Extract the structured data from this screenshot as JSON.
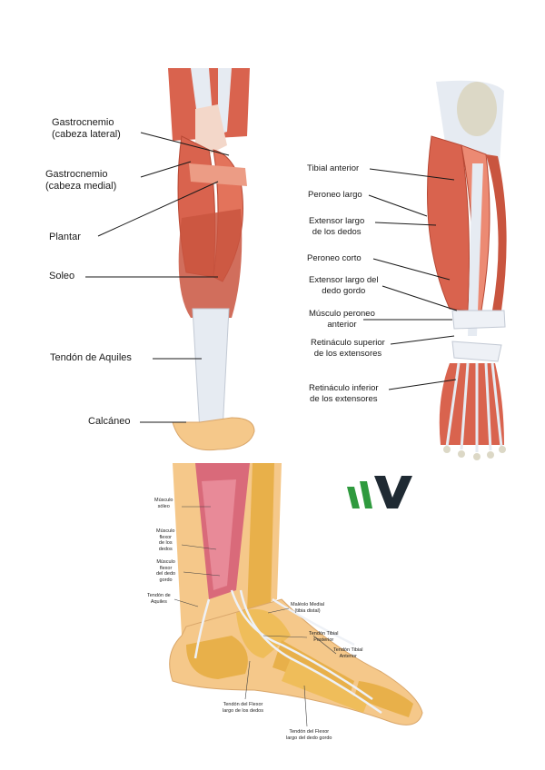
{
  "posterior": {
    "labels": [
      {
        "id": "gastro-lat",
        "text": "Gastrocnemio\n(cabeza lateral)"
      },
      {
        "id": "gastro-med",
        "text": "Gastrocnemio\n(cabeza medial)"
      },
      {
        "id": "plantar",
        "text": "Plantar"
      },
      {
        "id": "soleo",
        "text": "Soleo"
      },
      {
        "id": "aquiles",
        "text": "Tendón de Aquiles"
      },
      {
        "id": "calcaneo",
        "text": "Calcáneo"
      }
    ]
  },
  "anterior": {
    "labels": [
      {
        "id": "tibial",
        "text": "Tibial anterior"
      },
      {
        "id": "peroneo-largo",
        "text": "Peroneo largo"
      },
      {
        "id": "ext-largo-dedos",
        "text": "Extensor largo\nde los dedos"
      },
      {
        "id": "peroneo-corto",
        "text": "Peroneo corto"
      },
      {
        "id": "ext-largo-gordo",
        "text": "Extensor largo del\ndedo gordo"
      },
      {
        "id": "peroneo-ant",
        "text": "Músculo peroneo\nanterior"
      },
      {
        "id": "ret-sup",
        "text": "Retináculo superior\nde los extensores"
      },
      {
        "id": "ret-inf",
        "text": "Retináculo inferior\nde los extensores"
      }
    ]
  },
  "foot": {
    "labels": [
      {
        "id": "musculo-soleo",
        "text": "Músculo\nsóleo"
      },
      {
        "id": "flexor-dedos",
        "text": "Músculo\nflexor\nde los\ndedos"
      },
      {
        "id": "flexor-gordo",
        "text": "Músculo\nflexor\ndel dedo\ngordo"
      },
      {
        "id": "tendon-aquiles",
        "text": "Tendón de\nAquiles"
      },
      {
        "id": "maleolo",
        "text": "Maléolo Medial\n(tibia distal)"
      },
      {
        "id": "tibial-post",
        "text": "Tendón Tibial\nPosterior"
      },
      {
        "id": "tibial-ant",
        "text": "Tendón Tibial\nAnterior"
      },
      {
        "id": "flexor-largo-dedos",
        "text": "Tendón del Flexor\nlargo de los dedos"
      },
      {
        "id": "flexor-largo-gordo",
        "text": "Tendón del Flexor\nlargo del dedo gordo"
      }
    ]
  },
  "colors": {
    "muscle": "#d9634e",
    "muscle_light": "#ec8a73",
    "tendon": "#e6ebf2",
    "bone": "#e8b04a",
    "skin": "#f5c88a",
    "logo_green": "#2f9a3e",
    "logo_dark": "#1f2a33"
  }
}
